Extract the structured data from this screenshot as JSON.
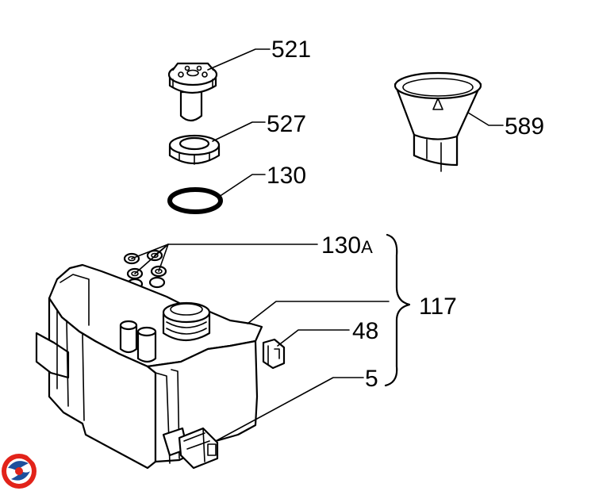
{
  "callouts": {
    "p521": "521",
    "p527": "527",
    "p130": "130",
    "p589": "589",
    "p130a_num": "130",
    "p130a_suffix": "A",
    "p117": "117",
    "p48": "48",
    "p5": "5"
  },
  "logo": {
    "colors": [
      "#e2231a",
      "#1d4f9c"
    ]
  }
}
